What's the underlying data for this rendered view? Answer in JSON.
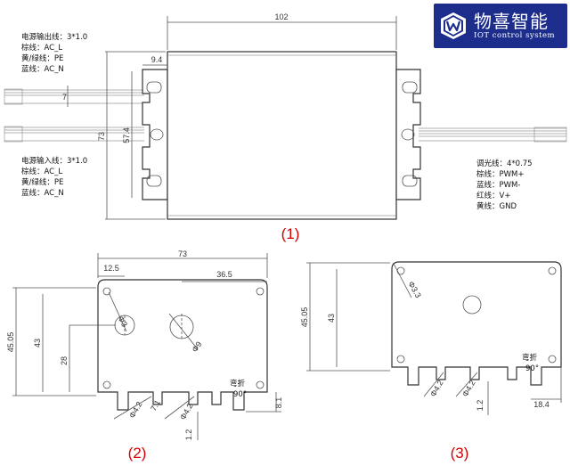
{
  "logo": {
    "icon": "w-cube-logo",
    "name_cn": "物喜智能",
    "name_en": "IOT control system",
    "bg_color": "#1d2d8c"
  },
  "panel1": {
    "label": "(1)",
    "output_note": {
      "title": "电源输出线：3*1.0",
      "lines": [
        "棕线：AC_L",
        "黄/绿线：PE",
        "蓝线：AC_N"
      ]
    },
    "input_note": {
      "title": "电源输入线：3*1.0",
      "lines": [
        "棕线：AC_L",
        "黄/绿线：PE",
        "蓝线：AC_N"
      ]
    },
    "dimming_note": {
      "title": "调光线：4*0.75",
      "lines": [
        "棕线：PWM+",
        "蓝线：PWM-",
        "红线：V+",
        "黄线：GND"
      ]
    },
    "dims": {
      "length": "102",
      "tab": "9.4",
      "height": "73",
      "hole_pitch": "57.4",
      "wire_gap": "7"
    }
  },
  "panel2": {
    "label": "(2)",
    "dims": {
      "width": "73",
      "left": "12.5",
      "right": "36.5",
      "height_outer": "45.05",
      "height_inner": "43",
      "hole_height": "28",
      "hole_small": "Φ3",
      "hole_large": "Φ9",
      "slot": "Φ4.2",
      "slot_w": "7.1",
      "thickness": "1.2",
      "flange": "8.1"
    },
    "bend_label": "弯折",
    "bend_angle": "90°"
  },
  "panel3": {
    "label": "(3)",
    "dims": {
      "height_outer": "45.05",
      "height_inner": "43",
      "hole": "Φ3.3",
      "slot_a": "Φ4.2",
      "slot_b": "Φ4.2",
      "thickness": "1.2",
      "edge": "18.4"
    },
    "bend_label": "弯折",
    "bend_angle": "90°"
  }
}
